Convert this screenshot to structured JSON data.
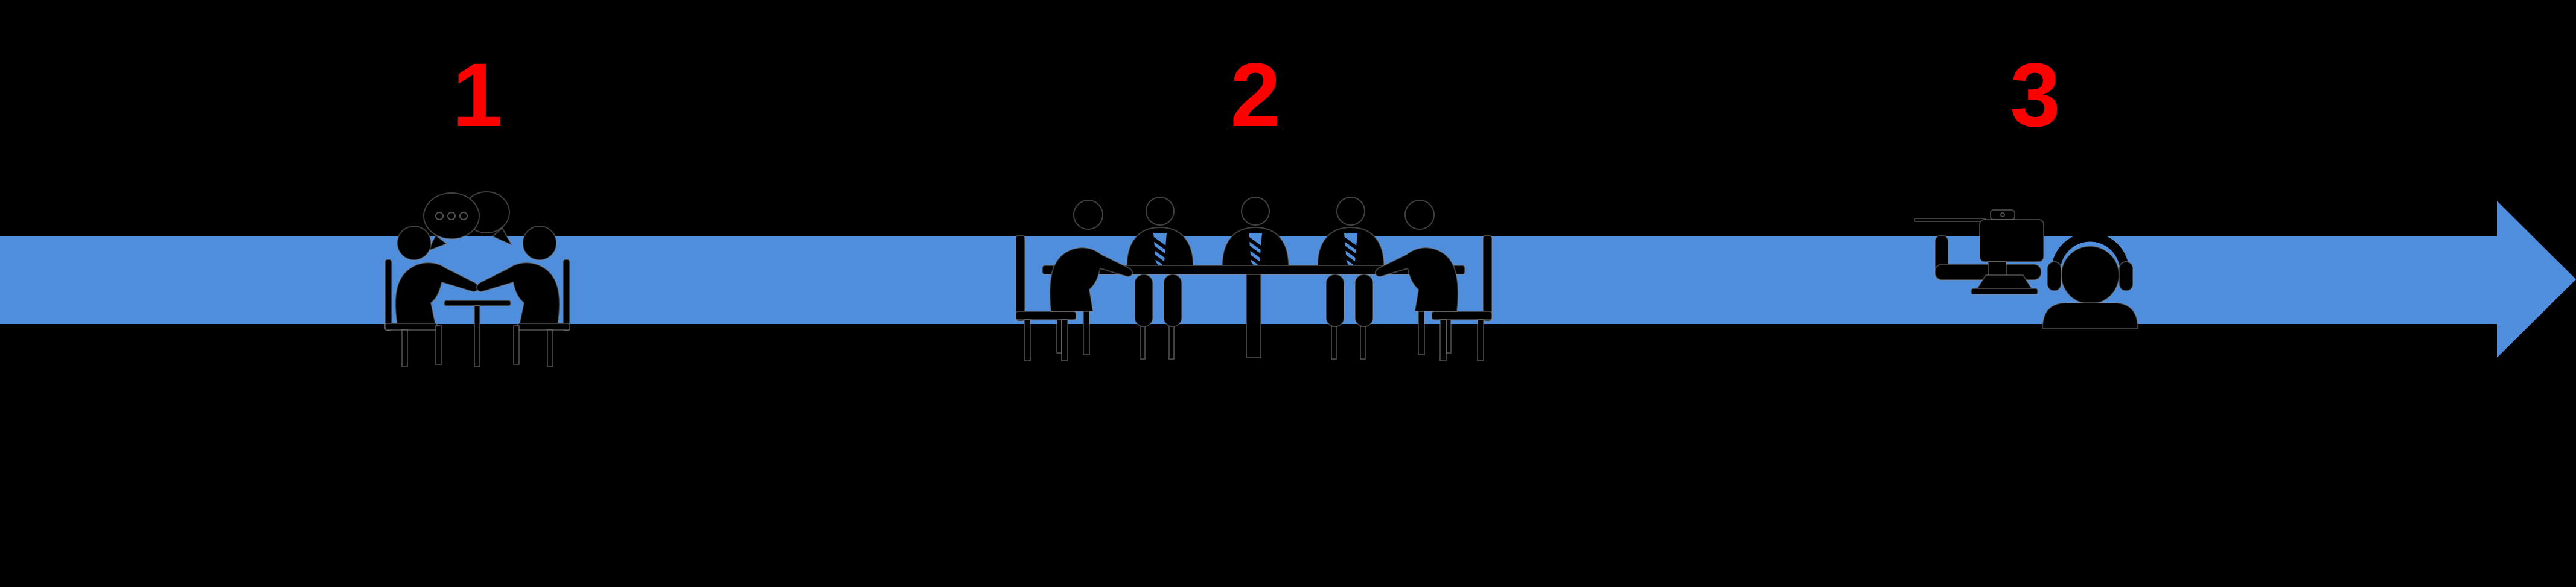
{
  "diagram": {
    "type": "process-flow-right-arrow",
    "background_color": "#000000",
    "arrow": {
      "shape": "right-arrow",
      "color": "#4E8EDC"
    },
    "step_number_color": "#FF0000",
    "steps": [
      {
        "number": "1",
        "icon": "two-people-conversation-table-icon"
      },
      {
        "number": "2",
        "icon": "group-meeting-conference-table-icon"
      },
      {
        "number": "3",
        "icon": "person-headset-computer-icon"
      }
    ]
  }
}
